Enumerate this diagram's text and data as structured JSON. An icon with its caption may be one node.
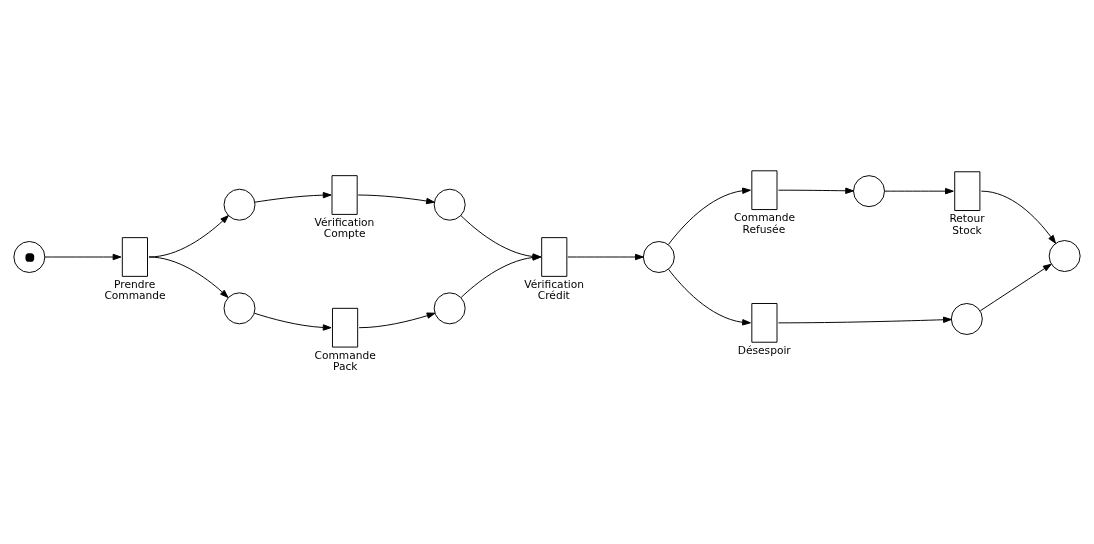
{
  "diagram": {
    "nodes": [
      {
        "text": [],
        "shape": "token"
      },
      {
        "text": [],
        "shape": "box",
        "beside": [
          "Prendre Commande"
        ]
      },
      {
        "text": [],
        "shape": "circle"
      },
      {
        "text": [],
        "shape": "circle"
      },
      {
        "text": [],
        "shape": "box",
        "beside": [
          "Vérification Compte"
        ]
      },
      {
        "text": [],
        "shape": "box",
        "beside": [
          "Commande Pack"
        ]
      },
      {
        "text": [],
        "shape": "circle"
      },
      {
        "text": [],
        "shape": "circle"
      },
      {
        "text": [],
        "shape": "box",
        "beside": [
          "Vérification Crédit"
        ]
      },
      {
        "text": [],
        "shape": "circle"
      },
      {
        "text": [],
        "shape": "box",
        "beside": [
          "Commande Refusée"
        ]
      },
      {
        "text": [],
        "shape": "box",
        "beside": [
          "Désespoir"
        ]
      },
      {
        "text": [],
        "shape": "circle"
      },
      {
        "text": [],
        "shape": "circle"
      },
      {
        "text": [],
        "shape": "box",
        "beside": [
          "Retour Stock"
        ]
      },
      {
        "text": [],
        "shape": "circle"
      }
    ],
    "edges": [
      {
        "from": 0,
        "to": 1,
        "arrow": "to"
      },
      {
        "from": 1,
        "to": 2,
        "arrow": "to"
      },
      {
        "from": 1,
        "to": 3,
        "arrow": "to"
      },
      {
        "from": 2,
        "to": 4,
        "arrow": "to"
      },
      {
        "from": 4,
        "to": 6,
        "arrow": "to"
      },
      {
        "from": 3,
        "to": 5,
        "arrow": "to"
      },
      {
        "from": 5,
        "to": 7,
        "arrow": "to"
      },
      {
        "from": 6,
        "to": 8,
        "arrow": "to"
      },
      {
        "from": 7,
        "to": 8,
        "arrow": "to"
      },
      {
        "from": 8,
        "to": 9,
        "arrow": "to"
      },
      {
        "from": 9,
        "to": 10,
        "arrow": "to"
      },
      {
        "from": 9,
        "to": 11,
        "arrow": "to"
      },
      {
        "from": 10,
        "to": 12,
        "arrow": "to"
      },
      {
        "from": 12,
        "to": 14,
        "arrow": "to"
      },
      {
        "from": 11,
        "to": 13,
        "arrow": "to"
      },
      {
        "from": 14,
        "to": 15,
        "arrow": "to"
      },
      {
        "from": 13,
        "to": 15,
        "arrow": "to"
      }
    ]
  }
}
